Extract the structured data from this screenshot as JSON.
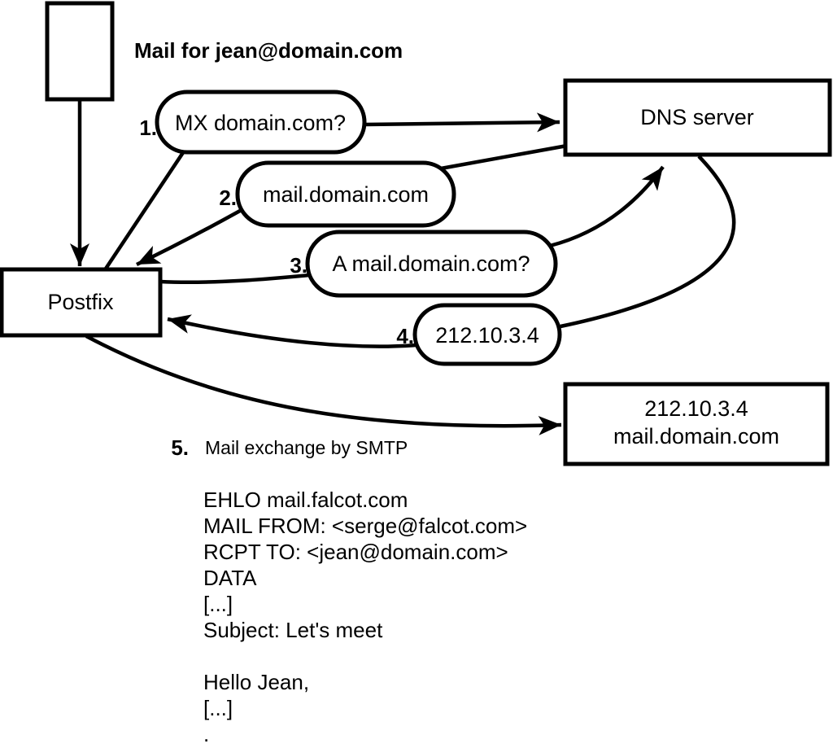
{
  "diagram": {
    "title": "Mail for jean@domain.com",
    "colors": {
      "stroke": "#000000",
      "background": "#ffffff"
    },
    "nodes": {
      "mail_document": {
        "description": "incoming mail item"
      },
      "postfix": {
        "label": "Postfix"
      },
      "dns_server": {
        "label": "DNS server"
      },
      "mail_server": {
        "line1": "212.10.3.4",
        "line2": "mail.domain.com"
      }
    },
    "steps": [
      {
        "number": "1.",
        "label": "MX domain.com?"
      },
      {
        "number": "2.",
        "label": "mail.domain.com"
      },
      {
        "number": "3.",
        "label": "A mail.domain.com?"
      },
      {
        "number": "4.",
        "label": "212.10.3.4"
      },
      {
        "number": "5.",
        "label": "Mail exchange by SMTP"
      }
    ],
    "smtp_session": {
      "lines": [
        "EHLO mail.falcot.com",
        "MAIL FROM: <serge@falcot.com>",
        "RCPT TO: <jean@domain.com>",
        "DATA",
        "[...]",
        "Subject: Let's meet",
        "",
        "Hello Jean,",
        "[...]",
        "."
      ]
    }
  }
}
